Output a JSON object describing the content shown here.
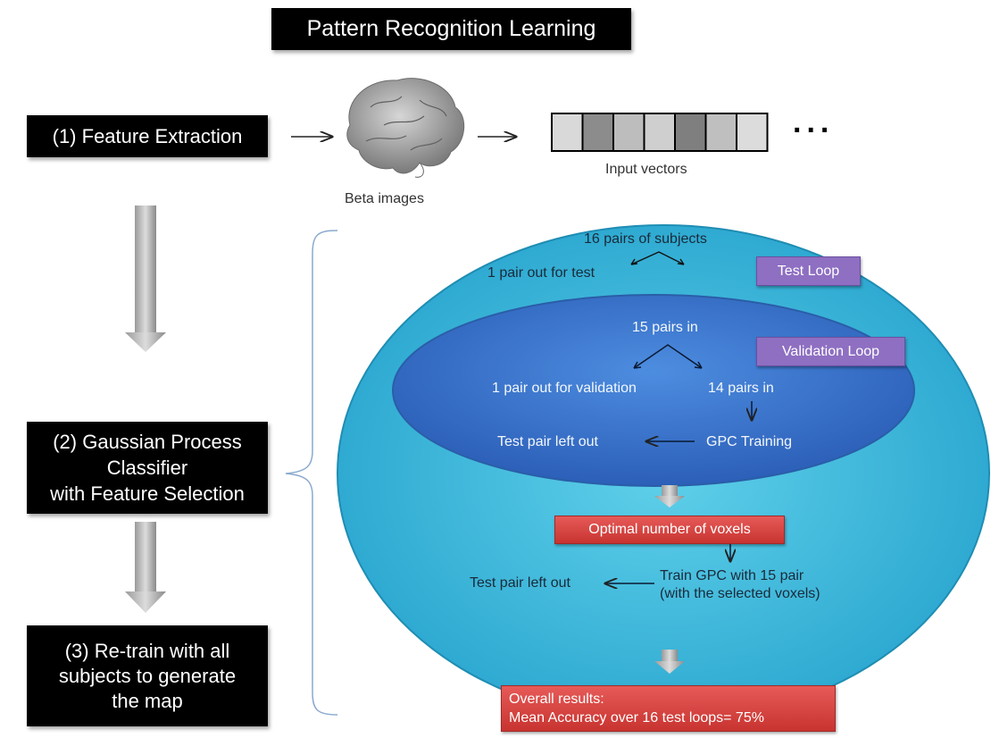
{
  "title": "Pattern Recognition Learning",
  "steps": {
    "step1": "(1) Feature Extraction",
    "step2_line1": "(2) Gaussian Process",
    "step2_line2": "Classifier",
    "step2_line3": "with Feature Selection",
    "step3_line1": "(3) Re-train with all",
    "step3_line2": "subjects to generate",
    "step3_line3": "the map"
  },
  "captions": {
    "beta_images": "Beta images",
    "input_vectors": "Input vectors",
    "ellipsis": "..."
  },
  "input_vector_shades": [
    "#d9d9d9",
    "#8c8c8c",
    "#bdbdbd",
    "#cfcfcf",
    "#7f7f7f",
    "#bfbfbf",
    "#dcdcdc"
  ],
  "test_loop": {
    "subjects": "16  pairs of subjects",
    "pair_out": "1 pair out for test",
    "label": "Test Loop",
    "train_line1": "Train GPC with 15 pair",
    "train_line2": "(with the selected voxels)",
    "left_out": "Test pair left out"
  },
  "validation_loop": {
    "pairs_in": "15 pairs in",
    "label": "Validation Loop",
    "pair_out": "1 pair out for validation",
    "fourteen_in": "14 pairs in",
    "training": "GPC Training",
    "left_out": "Test  pair left out"
  },
  "optimal": "Optimal number of voxels",
  "results": {
    "line1": "Overall results:",
    "line2": "Mean Accuracy  over 16  test loops= 75%"
  },
  "colors": {
    "outer_ellipse": "#3fb8dc",
    "inner_ellipse": "#3a78cf",
    "purple": "#8e6fc2",
    "red": "#d9413f",
    "step_box": "#000000"
  }
}
